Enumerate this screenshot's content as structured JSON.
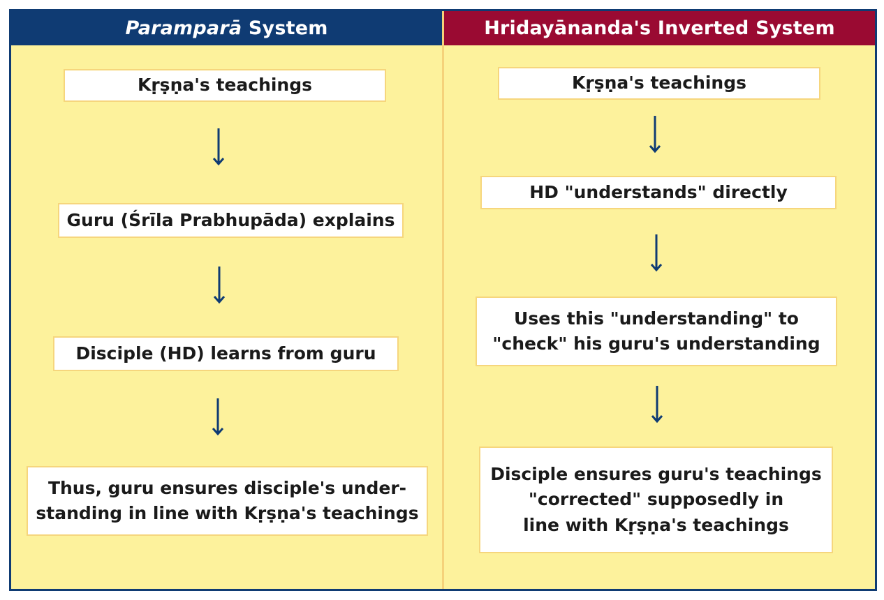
{
  "left": {
    "title_italic": "Paramparā",
    "title_rest": " System",
    "steps": [
      "Kṛṣṇa's teachings",
      "Guru (Śrīla Prabhupāda) explains",
      "Disciple (HD) learns from guru",
      "Thus, guru ensures disciple's under-\nstanding in line with Kṛṣṇa's teachings"
    ]
  },
  "right": {
    "title": "Hridayānanda's Inverted System",
    "steps": [
      "Kṛṣṇa's teachings",
      "HD \"understands\" directly",
      "Uses this \"understanding\" to\n\"check\" his guru's understanding",
      "Disciple ensures guru's teachings\n\"corrected\" supposedly in\nline with Kṛṣṇa's teachings"
    ]
  },
  "colors": {
    "left_header": "#0f3b73",
    "right_header": "#9a0a32",
    "panel_background": "#fdf29c",
    "box_border": "#f6d67d",
    "arrow": "#0f3b73"
  },
  "icons": [
    "down-arrow-icon"
  ]
}
